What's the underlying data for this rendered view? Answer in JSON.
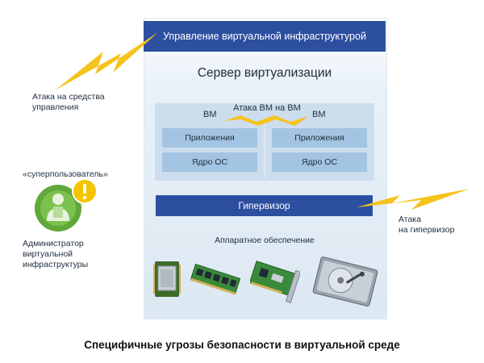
{
  "management_bar": {
    "label": "Управление виртуальной инфраструктурой"
  },
  "server": {
    "title": "Сервер виртуализации"
  },
  "vm_left": {
    "label": "ВМ",
    "apps": "Приложения",
    "os_kernel": "Ядро ОС"
  },
  "vm_right": {
    "label": "ВМ",
    "apps": "Приложения",
    "os_kernel": "Ядро ОС"
  },
  "vm_attack": {
    "label": "Атака ВМ на ВМ"
  },
  "hypervisor": {
    "label": "Гипервизор"
  },
  "hardware": {
    "label": "Аппаратное обеспечение",
    "items": [
      "cpu-icon",
      "memory-module-icon",
      "network-card-icon",
      "hard-drive-icon"
    ]
  },
  "left_labels": {
    "attack_management": [
      "Атака на средства",
      "управления"
    ],
    "superuser": "«суперпользователь»",
    "admin": [
      "Администратор",
      "виртуальной",
      "инфраструктуры"
    ]
  },
  "right_labels": {
    "attack_hypervisor": [
      "Атака",
      "на гипервизор"
    ]
  },
  "caption": "Специфичные угрозы безопасности в виртуальной среде",
  "colors": {
    "dark_blue": "#2d4fa0",
    "light_blue_box": "#a3c4e2",
    "lightning_yellow": "#f6c21c",
    "admin_green": "#5fa83a",
    "warning_yellow": "#f5c400"
  }
}
